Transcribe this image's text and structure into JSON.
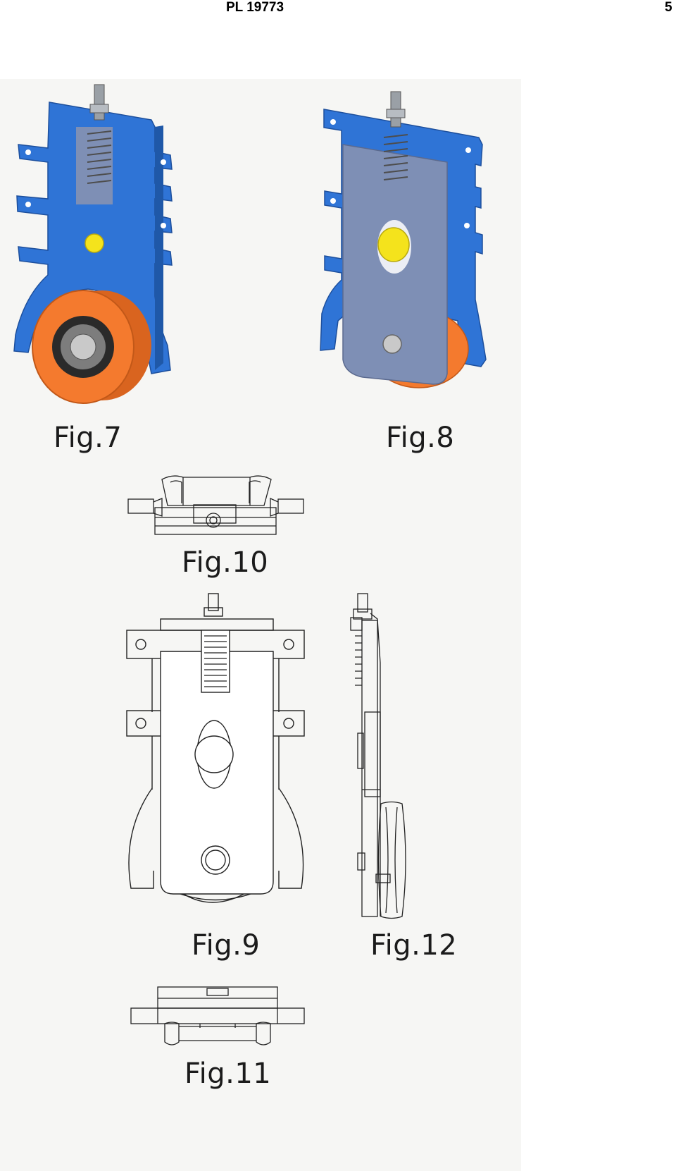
{
  "header": {
    "document_id": "PL 19773",
    "page_number": "5"
  },
  "figures": [
    {
      "id": "fig7",
      "label": "Fig.7"
    },
    {
      "id": "fig8",
      "label": "Fig.8"
    },
    {
      "id": "fig10",
      "label": "Fig.10"
    },
    {
      "id": "fig9",
      "label": "Fig.9"
    },
    {
      "id": "fig12",
      "label": "Fig.12"
    },
    {
      "id": "fig11",
      "label": "Fig.11"
    }
  ],
  "colors": {
    "bracket_blue": "#2f74d6",
    "plate_gray": "#7e8fb5",
    "wheel_orange": "#f47a2e",
    "pin_yellow": "#f4e31c",
    "line": "#222222"
  }
}
